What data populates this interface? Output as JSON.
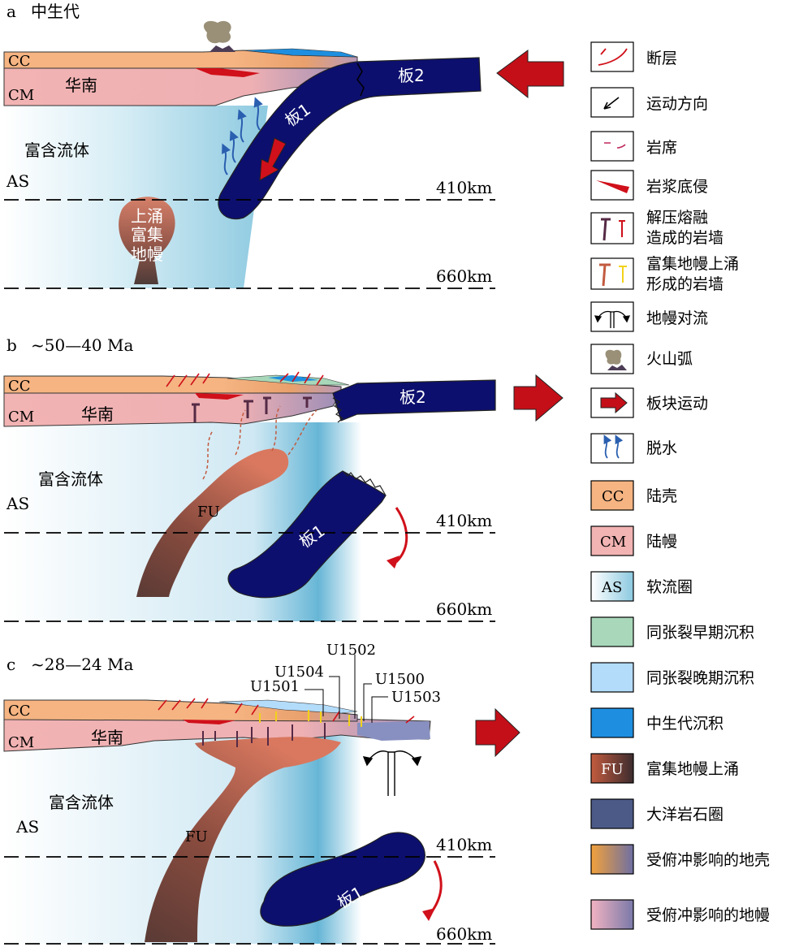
{
  "panels": [
    {
      "tag": "a",
      "time": "中生代",
      "cc": "CC",
      "cm": "CM",
      "region": "华南",
      "fluid": "富含流体",
      "as": "AS",
      "plate1": "板1",
      "plate2": "板2",
      "upwelling": [
        "上涌",
        "富集",
        "地幔"
      ],
      "depth410": "410km",
      "depth660": "660km"
    },
    {
      "tag": "b",
      "time": "~50—40 Ma",
      "cc": "CC",
      "cm": "CM",
      "region": "华南",
      "fluid": "富含流体",
      "as": "AS",
      "fu": "FU",
      "plate1": "板1",
      "plate2": "板2",
      "depth410": "410km",
      "depth660": "660km"
    },
    {
      "tag": "c",
      "time": "~28—24 Ma",
      "cc": "CC",
      "cm": "CM",
      "region": "华南",
      "fluid": "富含流体",
      "as": "AS",
      "fu": "FU",
      "plate1": "板1",
      "sites": [
        "U1502",
        "U1504",
        "U1501",
        "U1500",
        "U1503"
      ],
      "depth410": "410km",
      "depth660": "660km"
    }
  ],
  "legend": [
    {
      "key": "fault",
      "icon": "fault-icon",
      "lines": [
        "断层"
      ]
    },
    {
      "key": "motion",
      "icon": "motion-direction-icon",
      "lines": [
        "运动方向"
      ]
    },
    {
      "key": "sill",
      "icon": "sill-icon",
      "lines": [
        "岩席"
      ]
    },
    {
      "key": "underplating",
      "icon": "magma-underplating-icon",
      "lines": [
        "岩浆底侵"
      ]
    },
    {
      "key": "dike-decompression",
      "icon": "decompression-dike-icon",
      "lines": [
        "解压熔融",
        "造成的岩墙"
      ]
    },
    {
      "key": "dike-upwelling",
      "icon": "upwelling-dike-icon",
      "lines": [
        "富集地幔上涌",
        "形成的岩墙"
      ]
    },
    {
      "key": "convection",
      "icon": "mantle-convection-icon",
      "lines": [
        "地幔对流"
      ]
    },
    {
      "key": "volcanic-arc",
      "icon": "volcanic-arc-icon",
      "lines": [
        "火山弧"
      ]
    },
    {
      "key": "plate-motion",
      "icon": "plate-motion-icon",
      "lines": [
        "板块运动"
      ]
    },
    {
      "key": "dehydration",
      "icon": "dehydration-icon",
      "lines": [
        "脱水"
      ]
    },
    {
      "key": "cc",
      "swatch_text": "CC",
      "color": "#f5b482",
      "lines": [
        "陆壳"
      ]
    },
    {
      "key": "cm",
      "swatch_text": "CM",
      "color": "#f2b3b3",
      "lines": [
        "陆幔"
      ]
    },
    {
      "key": "as",
      "swatch_text": "AS",
      "color": "#cfe9f3",
      "lines": [
        "软流圈"
      ]
    },
    {
      "key": "early-rift",
      "color": "#a8d8b9",
      "lines": [
        "同张裂早期沉积"
      ]
    },
    {
      "key": "late-rift",
      "color": "#b3dcfb",
      "lines": [
        "同张裂晚期沉积"
      ]
    },
    {
      "key": "mesozoic",
      "color": "#1e8fe0",
      "lines": [
        "中生代沉积"
      ]
    },
    {
      "key": "fu",
      "swatch_text": "FU",
      "color": "#a45544",
      "lines": [
        "富集地幔上涌"
      ]
    },
    {
      "key": "oceanic",
      "color": "#4c5a87",
      "lines": [
        "大洋岩石圈"
      ]
    },
    {
      "key": "subduction-crust",
      "color": "#f1a24e",
      "lines": [
        "受俯冲影响的地壳"
      ]
    },
    {
      "key": "subduction-mantle",
      "color": "#e5a6b6",
      "lines": [
        "受俯冲影响的地幔"
      ]
    }
  ],
  "colors": {
    "crust": "#f5b482",
    "mantle": "#f2b3b3",
    "slab": "#0c0f6e",
    "fu": "#a45544",
    "arrow": "#d0101a",
    "dehydration": "#2a5fb0"
  }
}
